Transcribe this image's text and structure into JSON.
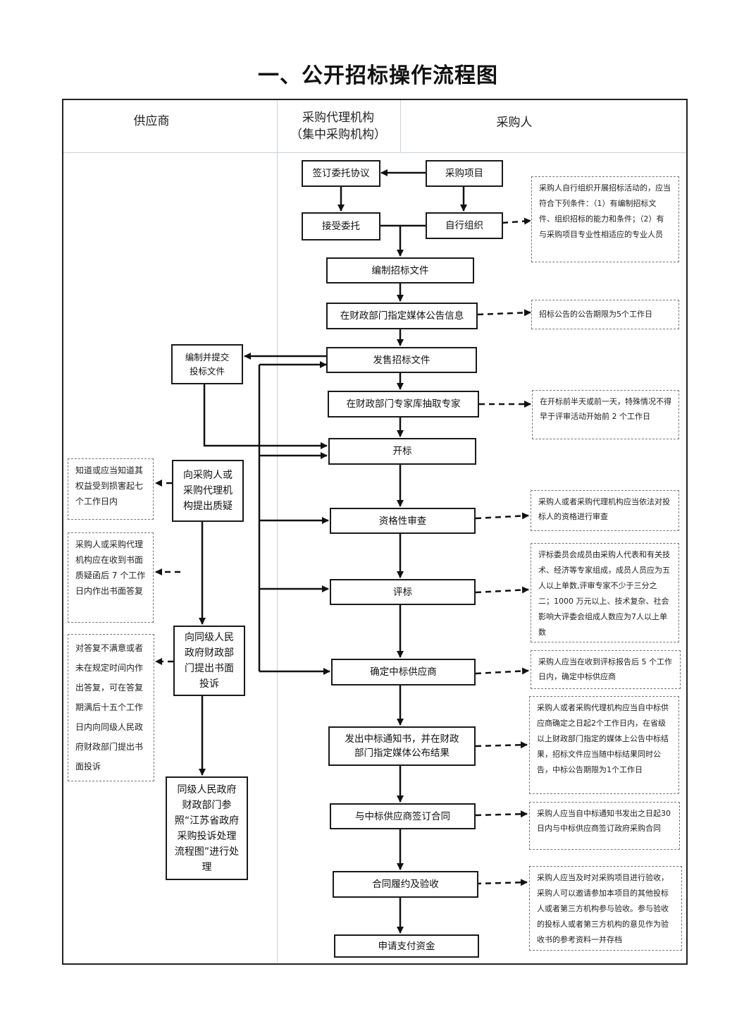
{
  "title": "一、公开招标操作流程图",
  "lanes": {
    "supplier": "供应商",
    "agency_line1": "采购代理机构",
    "agency_line2": "（集中采购机构）",
    "purchaser": "采购人"
  },
  "steps": {
    "sign_entrust": "签订委托协议",
    "project": "采购项目",
    "accept_entrust": "接受委托",
    "self_org": "自行组织",
    "compile_docs": "编制招标文件",
    "publish_notice": "在财政部门指定媒体公告信息",
    "sell_docs": "发售招标文件",
    "draw_experts": "在财政部门专家库抽取专家",
    "open_bid": "开标",
    "qualify_review": "资格性审查",
    "evaluate": "评标",
    "decide_winner": "确定中标供应商",
    "issue_notice": "发出中标通知书，并在财政部门指定媒体公布结果",
    "sign_contract": "与中标供应商签订合同",
    "perform_accept": "合同履约及验收",
    "apply_payment": "申请支付资金"
  },
  "supplier_steps": {
    "prepare_bid": "编制并提交投标文件",
    "raise_query": "向采购人或采购代理机构提出质疑",
    "file_complaint": "向同级人民政府财政部门提出书面投诉",
    "gov_handle": "同级人民政府财政部门参照“江苏省政府采购投诉处理流程图”进行处理"
  },
  "notes": {
    "self_org_cond": "采购人自行组织开展招标活动的，应当符合下列条件：（1）有编制招标文件、组织招标的能力和条件；（2）有与采购项目专业性相适应的专业人员",
    "notice_period": "招标公告的公告期限为5个工作日",
    "expert_time": "在开标前半天或前一天，特殊情况不得早于评审活动开始前 2 个工作日",
    "qualify_note": "采购人或者采购代理机构应当依法对投标人的资格进行审查",
    "panel_note": "评标委员会成员由采购人代表和有关技术、经济等专家组成，成员人员应为五人以上单数,评审专家不少于三分之二；1000 万元以上、技术复杂、社会影响大评委会组成人数应为7人以上单数",
    "winner_note": "采购人应当在收到评标报告后 5 个工作日内，确定中标供应商",
    "publish_note": "采购人或者采购代理机构应当自中标供应商确定之日起2个工作日内，在省级以上财政部门指定的媒体上公告中标结果，招标文件应当随中标结果同时公告，中标公告期限为1个工作日",
    "contract_note": "采购人应当自中标通知书发出之日起30 日内与中标供应商签订政府采购合同",
    "accept_note": "采购人应当及时对采购项目进行验收，采购人可以邀请参加本项目的其他投标人或者第三方机构参与验收。参与验收的投标人或者第三方机构的意见作为验收书的参考资料一并存档",
    "query_limit": "知道或应当知道其权益受到损害起七个工作日内",
    "reply_limit": "采购人或采购代理机构应在收到书面质疑函后 7 个工作日内作出书面答复",
    "complaint_limit": "对答复不满意或者未在规定时间内作出答复，可在答复期满后十五个工作日内向同级人民政府财政部门提出书面投诉"
  }
}
